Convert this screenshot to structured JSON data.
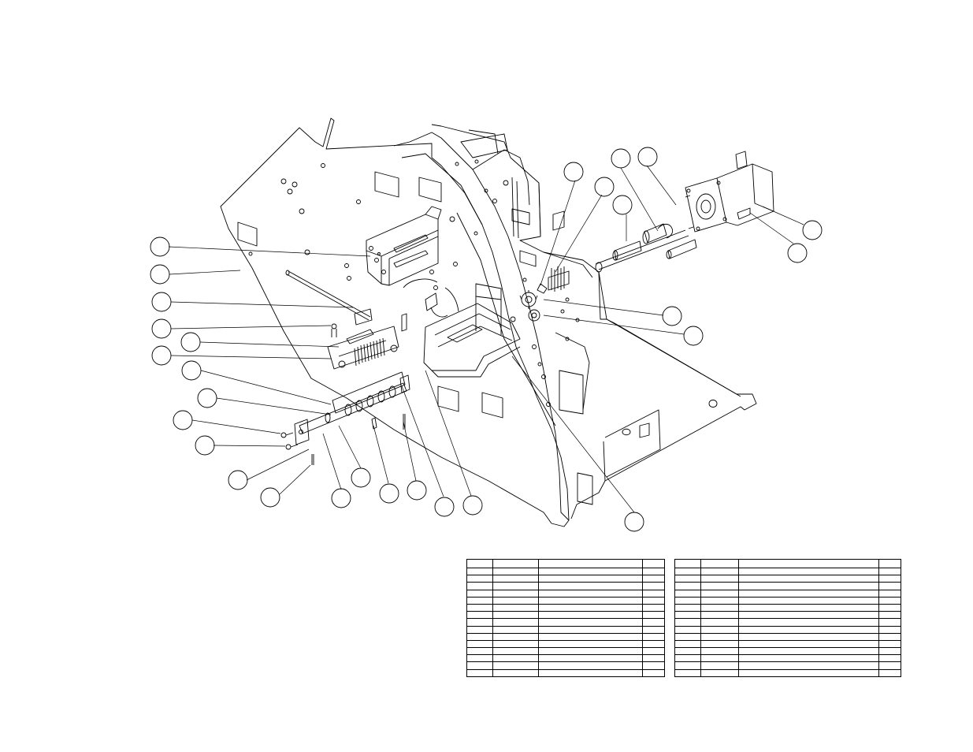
{
  "drawing": {
    "title": "",
    "balloon_count": 28,
    "balloon_labels": []
  },
  "parts_tables": [
    {
      "name": "parts-list-left",
      "columns": [
        "",
        "",
        "",
        ""
      ],
      "row_count": 15
    },
    {
      "name": "parts-list-right",
      "columns": [
        "",
        "",
        "",
        ""
      ],
      "row_count": 15
    }
  ]
}
